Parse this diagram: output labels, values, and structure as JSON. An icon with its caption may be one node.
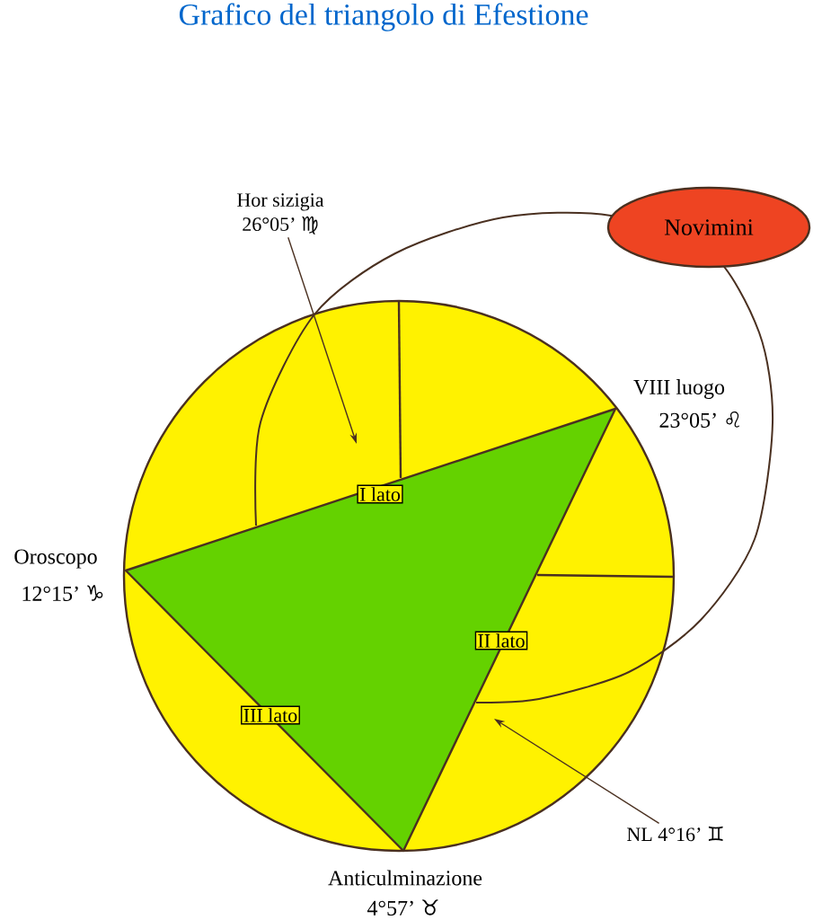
{
  "diagram": {
    "title": "Grafico del triangolo di Efestione",
    "nodes": [
      {
        "text": [
          "Novimini"
        ]
      },
      {
        "text": [
          "Hor sizigia",
          "26°05’ ♍"
        ]
      },
      {
        "text": [
          "NL 4°16’ ♊"
        ]
      },
      {
        "text": [
          "I lato"
        ]
      },
      {
        "text": [
          "II lato"
        ]
      },
      {
        "text": [
          "III lato"
        ]
      }
    ],
    "edges": [
      {
        "from": 1,
        "to": null,
        "arrow": "to"
      },
      {
        "from": 2,
        "to": null,
        "arrow": "to"
      }
    ],
    "labels": [
      "Oroscopo",
      "12°15’ ♑",
      "VIII luogo",
      "23°05’ ♌",
      "Anticulminazione",
      "4°57’ ♉"
    ]
  }
}
